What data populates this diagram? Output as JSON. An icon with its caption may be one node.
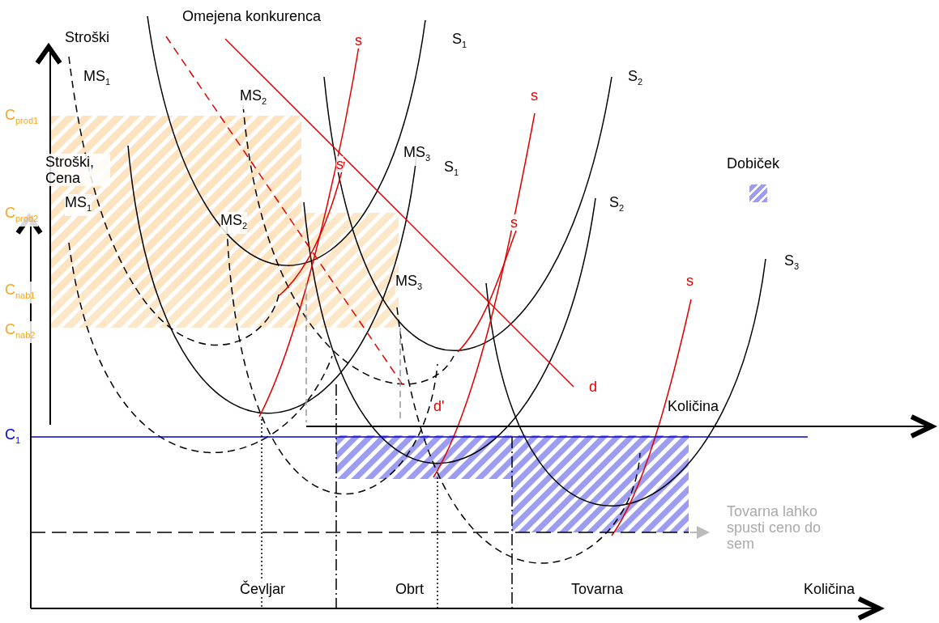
{
  "diagram": {
    "labels": [
      "Omejena konkurenca",
      "Stroški",
      "s",
      "S$_{1}$",
      "MS$_{1}$",
      "S$_{2}$",
      "MS$_{2}$",
      "s",
      "C$_{prod1}$",
      "MS$_{3}$",
      "S$_{1}$",
      "Stroški, Cena",
      "s",
      "MS$_{1}$",
      "S$_{2}$",
      "C$_{prod2}$",
      "MS$_{2}$",
      "s",
      "S$_{3}$",
      "s",
      "MS$_{3}$",
      "C$_{nab1}$",
      "C$_{nab2}$",
      "d",
      "d'",
      "Količina",
      "C$_{1}$",
      "Tovarna lahko spusti ceno do sem",
      "Čevljar",
      "Obrt",
      "Tovarna",
      "Količina"
    ],
    "legend": [
      {
        "text": "Dobiček",
        "color": "#9c9cf0"
      }
    ]
  }
}
